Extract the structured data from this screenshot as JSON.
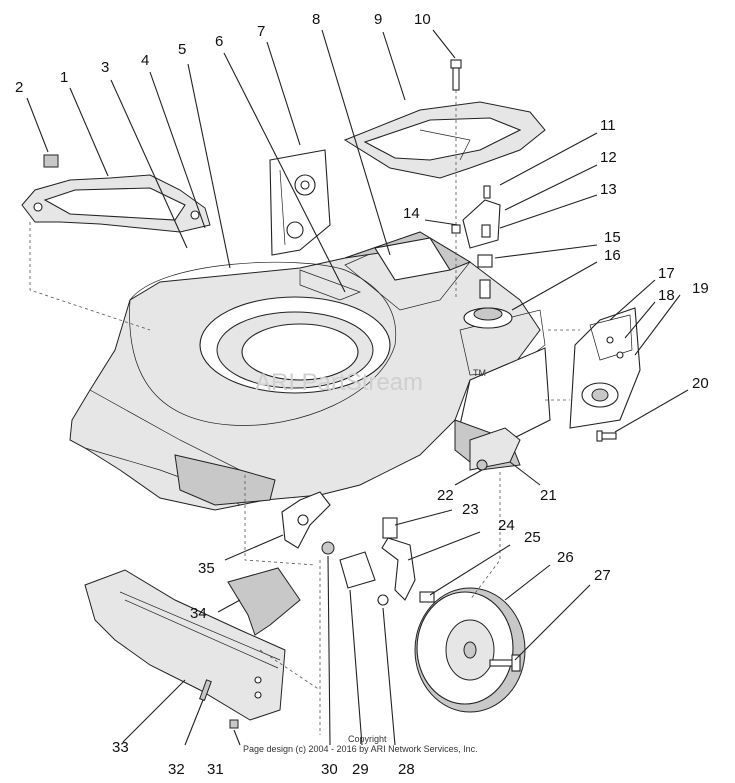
{
  "callouts": [
    "1",
    "2",
    "3",
    "4",
    "5",
    "6",
    "7",
    "8",
    "9",
    "10",
    "11",
    "12",
    "13",
    "14",
    "15",
    "16",
    "17",
    "18",
    "19",
    "20",
    "21",
    "22",
    "23",
    "24",
    "25",
    "26",
    "27",
    "28",
    "29",
    "30",
    "31",
    "32",
    "33",
    "34",
    "35"
  ],
  "watermark": "ARI PartStream",
  "watermark_tm": "TM",
  "copyright_line1": "Copyright",
  "copyright_line2": "Page design (c) 2004 - 2016 by ARI Network Services, Inc."
}
